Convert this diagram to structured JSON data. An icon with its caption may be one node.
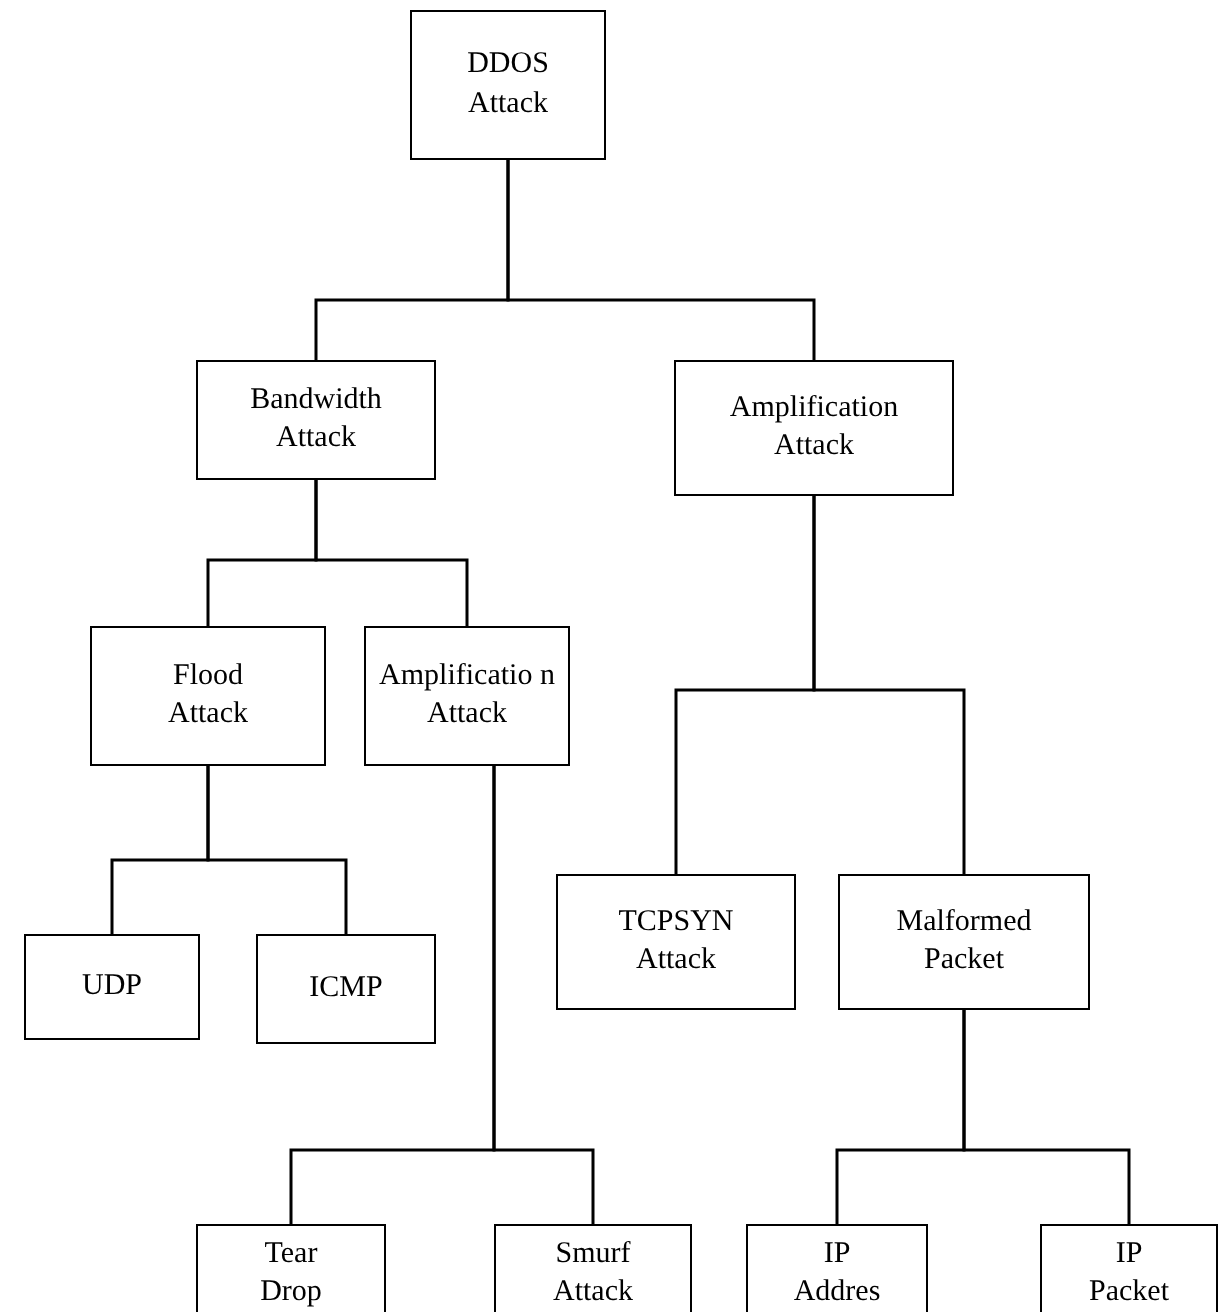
{
  "diagram": {
    "nodes": [
      {
        "text": [
          "DDOS Attack"
        ]
      },
      {
        "text": [
          "Bandwidth Attack"
        ]
      },
      {
        "text": [
          "Amplification Attack"
        ]
      },
      {
        "text": [
          "Flood Attack"
        ]
      },
      {
        "text": [
          "Amplificatio n Attack"
        ]
      },
      {
        "text": [
          "UDP"
        ]
      },
      {
        "text": [
          "ICMP"
        ]
      },
      {
        "text": [
          "TCPSYN Attack"
        ]
      },
      {
        "text": [
          "Malformed Packet"
        ]
      },
      {
        "text": [
          "Tear Drop"
        ]
      },
      {
        "text": [
          "Smurf Attack"
        ]
      },
      {
        "text": [
          "IP Addres"
        ]
      },
      {
        "text": [
          "IP Packet"
        ]
      }
    ],
    "edges": [
      {
        "from": 0,
        "to": 1,
        "arrow": "none"
      },
      {
        "from": 0,
        "to": 2,
        "arrow": "none"
      },
      {
        "from": 1,
        "to": 3,
        "arrow": "none"
      },
      {
        "from": 1,
        "to": 4,
        "arrow": "none"
      },
      {
        "from": 3,
        "to": 5,
        "arrow": "none"
      },
      {
        "from": 3,
        "to": 6,
        "arrow": "none"
      },
      {
        "from": 4,
        "to": 9,
        "arrow": "none"
      },
      {
        "from": 4,
        "to": 10,
        "arrow": "none"
      },
      {
        "from": 2,
        "to": 7,
        "arrow": "none"
      },
      {
        "from": 2,
        "to": 8,
        "arrow": "none"
      },
      {
        "from": 8,
        "to": 11,
        "arrow": "none"
      },
      {
        "from": 8,
        "to": 12,
        "arrow": "none"
      }
    ]
  }
}
